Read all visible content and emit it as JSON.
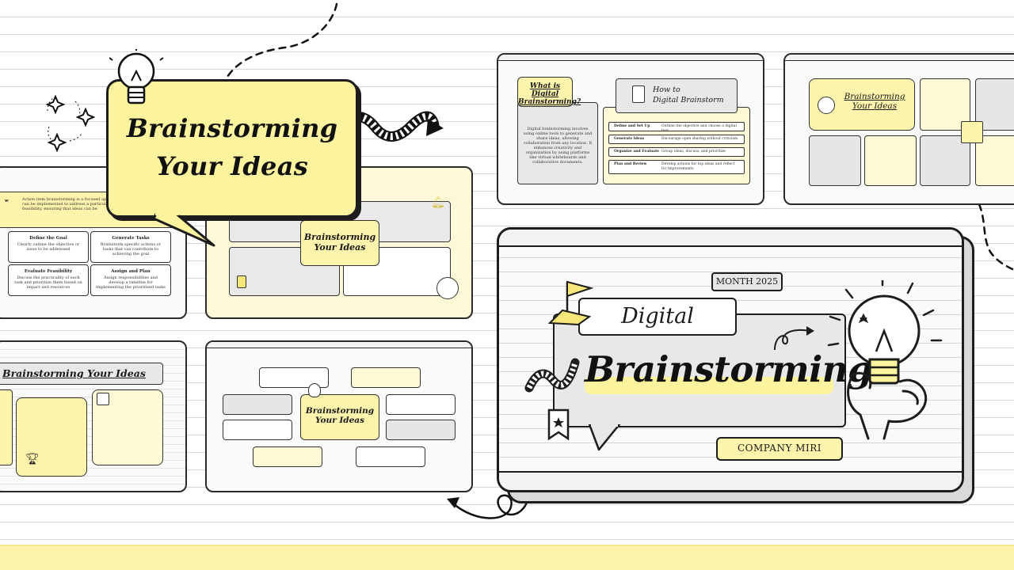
{
  "title_bubble": {
    "line1": "Brainstorming",
    "line2": "Your Ideas"
  },
  "slide_tl": {
    "intro_label": "w",
    "intro_text": "Action item brainstorming is a focused approach to generating tasks that can be implemented to address a particular goal. Evaluate practicality and feasibility, ensuring that ideas can be",
    "cells": [
      {
        "title": "Define the Goal",
        "text": "Clearly outline the objective or issue to be addressed"
      },
      {
        "title": "Generate Tasks",
        "text": "Brainstorm specific actions or tasks that can contribute to achieving the goal"
      },
      {
        "title": "Evaluate Feasibility",
        "text": "Discuss the practicality of each task and prioritize them based on impact and resources"
      },
      {
        "title": "Assign and Plan",
        "text": "Assign responsibilities and develop a timeline for implementing the prioritized tasks"
      }
    ]
  },
  "slide_tm": {
    "bubble_line1": "Brainstorming",
    "bubble_line2": "Your Ideas"
  },
  "slide_top1": {
    "bubble_line1": "What is Digital",
    "bubble_line2": "Brainstorming?",
    "body": "Digital brainstorming involves using online tools to generate and share ideas, allowing collaboration from any location. It enhances creativity and organization by using platforms like virtual whiteboards and collaborative documents.",
    "howto_line1": "How to",
    "howto_line2": "Digital Brainstorm",
    "rows": [
      {
        "label": "Define and Set Up",
        "text": "Outline the objective and choose a digital tool"
      },
      {
        "label": "Generate Ideas",
        "text": "Encourage open sharing without criticism"
      },
      {
        "label": "Organize and Evaluate",
        "text": "Group ideas, discuss, and prioritize"
      },
      {
        "label": "Plan and Review",
        "text": "Develop actions for top ideas and reflect for improvements"
      }
    ]
  },
  "slide_top2": {
    "bubble_line1": "Brainstorming",
    "bubble_line2": "Your Ideas"
  },
  "slide_bl": {
    "header": "Brainstorming Your Ideas"
  },
  "slide_bm": {
    "bubble_line1": "Brainstorming",
    "bubble_line2": "Your Ideas"
  },
  "main_slide": {
    "month": "MONTH 2025",
    "word1": "Digital",
    "word2": "Brainstorming",
    "company": "COMPANY MIRI"
  },
  "colors": {
    "accent_yellow": "#fbf39e",
    "ink": "#1d1d1d",
    "gray_box": "#e6e6e6"
  }
}
